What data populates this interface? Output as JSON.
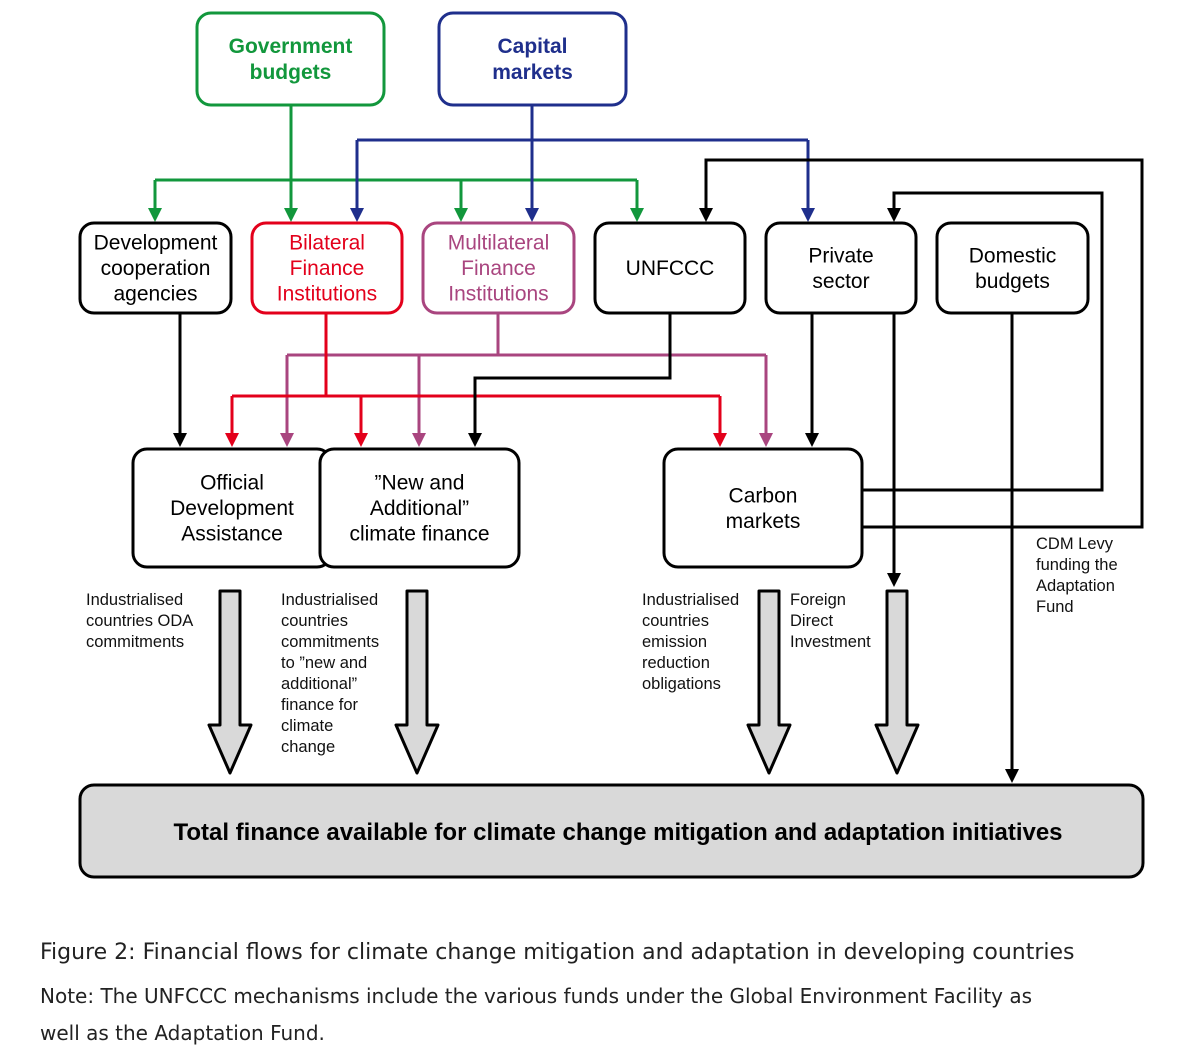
{
  "colors": {
    "government": "#12973c",
    "capital": "#1f2f8c",
    "bilateral": "#e3001b",
    "multilateral": "#a9457f",
    "black": "#000000",
    "total_fill": "#d9d9d9"
  },
  "boxes": {
    "government": [
      "Government",
      "budgets"
    ],
    "capital": [
      "Capital",
      "markets"
    ],
    "devcoop": [
      "Development",
      "cooperation",
      "agencies"
    ],
    "bilateral": [
      "Bilateral",
      "Finance",
      "Institutions"
    ],
    "multilateral": [
      "Multilateral",
      "Finance",
      "Institutions"
    ],
    "unfccc": [
      "UNFCCC"
    ],
    "private": [
      "Private",
      "sector"
    ],
    "domestic": [
      "Domestic",
      "budgets"
    ],
    "oda": [
      "Official",
      "Development",
      "Assistance"
    ],
    "newadd": [
      "”New and",
      "Additional”",
      "climate finance"
    ],
    "carbon": [
      "Carbon",
      "markets"
    ],
    "total": "Total finance available for climate change mitigation and adaptation initiatives"
  },
  "labels": {
    "oda": [
      "Industrialised",
      "countries ODA",
      "commitments"
    ],
    "newadd": [
      "Industrialised",
      "countries",
      "commitments",
      "to ”new and",
      "additional”",
      "finance for",
      "climate",
      "change"
    ],
    "carbon": [
      "Industrialised",
      "countries",
      "emission",
      "reduction",
      "obligations"
    ],
    "fdi": [
      "Foreign",
      "Direct",
      "Investment"
    ],
    "cdm": [
      "CDM Levy",
      "funding the",
      "Adaptation",
      "Fund"
    ]
  },
  "caption": "Figure 2: Financial flows for climate change mitigation and adaptation in developing countries",
  "note": [
    "Note: The UNFCCC mechanisms include the various funds under the Global Environment Facility as",
    "well as the Adaptation Fund."
  ]
}
